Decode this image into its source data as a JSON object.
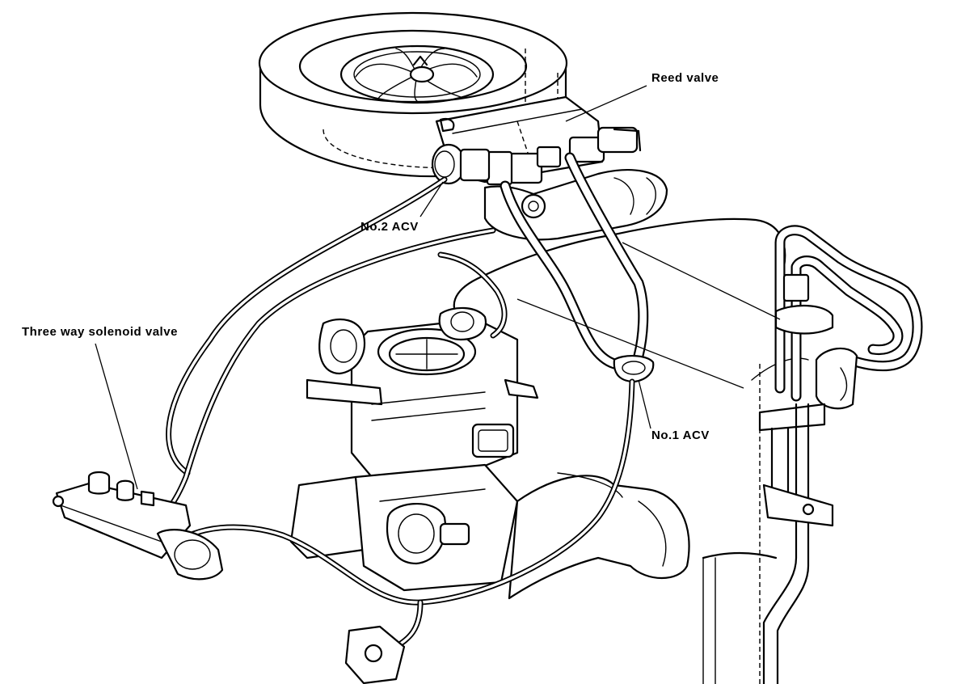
{
  "labels": {
    "reed_valve": "Reed valve",
    "no2_acv": "No.2 ACV",
    "three_way_solenoid": "Three way solenoid valve",
    "no1_acv": "No.1 ACV"
  },
  "colors": {
    "ink": "#000000",
    "paper": "#ffffff"
  }
}
